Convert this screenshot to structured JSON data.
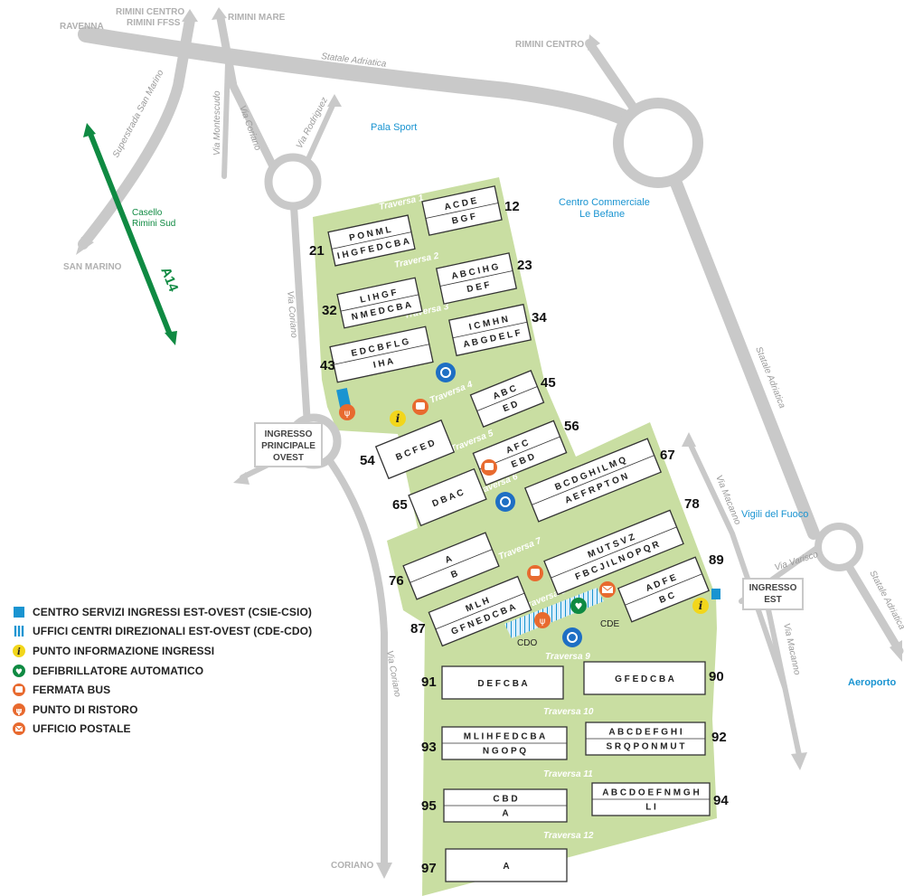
{
  "colors": {
    "ground": "#c9dea2",
    "road": "#c9c9c9",
    "motorway": "#0f8a42",
    "info_blue": "#1a94d1",
    "orange": "#e86a2f",
    "yellow": "#f2d61b",
    "blue_node": "#1e6fc4"
  },
  "roads": {
    "ravenna": "RAVENNA",
    "rimini_fs_1": "RIMINI CENTRO",
    "rimini_fs_2": "RIMINI FFSS",
    "rimini_mare": "RIMINI MARE",
    "rimini_centro": "RIMINI CENTRO",
    "statale_adriatica": "Statale Adriatica",
    "superstrada": "Superstrada San Marino",
    "via_montescudo": "Via Montescudo",
    "via_coriano_1": "Via Coriano",
    "via_rodriguez": "Via Rodriguez",
    "san_marino": "SAN MARINO",
    "via_coriano_2": "Via Coriano",
    "statale_adriatica_2": "Statale Adriatica",
    "via_macanno_1": "Via Macanno",
    "via_varisco": "Via Varisco",
    "statale_adriatica_3": "Statale Adriatica",
    "via_macanno_2": "Via Macanno",
    "via_coriano_3": "Via Coriano",
    "coriano": "CORIANO",
    "a14": "A14"
  },
  "places": {
    "pala_sport": "Pala Sport",
    "centro_commerciale_1": "Centro Commerciale",
    "centro_commerciale_2": "Le Befane",
    "casello_1": "Casello",
    "casello_2": "Rimini Sud",
    "vigili": "Vigili del Fuoco",
    "aeroporto": "Aeroporto",
    "cdo": "CDO",
    "cde": "CDE"
  },
  "entrances": {
    "ovest_1": "INGRESSO",
    "ovest_2": "PRINCIPALE",
    "ovest_3": "OVEST",
    "est_1": "INGRESSO",
    "est_2": "EST"
  },
  "traverse": [
    "Traversa 1",
    "Traversa 2",
    "Traversa 3",
    "Traversa 4",
    "Traversa 5",
    "Traversa 6",
    "Traversa 7",
    "Traversa 8",
    "Traversa 9",
    "Traversa 10",
    "Traversa 11",
    "Traversa 12"
  ],
  "pavilions": [
    {
      "num": "21",
      "top": "P O N M L",
      "bottom": "I H G F E D C B A"
    },
    {
      "num": "12",
      "top": "A  C D E",
      "bottom": "B  G  F"
    },
    {
      "num": "32",
      "top": "L I H G F",
      "bottom": "N M E D C B A"
    },
    {
      "num": "23",
      "top": "A B C  I H G",
      "bottom": "D E F"
    },
    {
      "num": "43",
      "top": "E D C B F L G",
      "bottom": "I H A"
    },
    {
      "num": "34",
      "top": "I C M H N",
      "bottom": "A B G D E L F"
    },
    {
      "num": "45",
      "top": "A B C",
      "bottom": "E D"
    },
    {
      "num": "54",
      "top": "B C F E D",
      "bottom": ""
    },
    {
      "num": "56",
      "top": "A F C",
      "bottom": "E B D"
    },
    {
      "num": "65",
      "top": "D B A  C",
      "bottom": ""
    },
    {
      "num": "67",
      "top": "B C D G H I L M Q",
      "bottom": "A E F R P T O N"
    },
    {
      "num": "76",
      "top": "A",
      "bottom": "B"
    },
    {
      "num": "78",
      "top": "M U T S V Z",
      "bottom": "F B C J I  L  N O P Q R"
    },
    {
      "num": "87",
      "top": "M L H",
      "bottom": "G F N E D C B A"
    },
    {
      "num": "89",
      "top": "A D F E",
      "bottom": "B C"
    },
    {
      "num": "91",
      "top": "D E F C B A",
      "bottom": ""
    },
    {
      "num": "90",
      "top": "G F E  D C B A",
      "bottom": ""
    },
    {
      "num": "93",
      "top": "M L I H F E D C B A",
      "bottom": "N G O  P Q"
    },
    {
      "num": "92",
      "top": "A B C D E F G H  I",
      "bottom": "S R Q P O N M U T"
    },
    {
      "num": "95",
      "top": "C B D",
      "bottom": "A"
    },
    {
      "num": "94",
      "top": "A B C D O E F N M G H",
      "bottom": "L  I"
    },
    {
      "num": "97",
      "top": "A",
      "bottom": ""
    }
  ],
  "legend": [
    {
      "icon": "csie-csio-square-icon",
      "label": "CENTRO SERVIZI INGRESSI EST-OVEST (CSIE-CSIO)"
    },
    {
      "icon": "uffici-hatched-icon",
      "label": "UFFICI CENTRI DIREZIONALI EST-OVEST (CDE-CDO)"
    },
    {
      "icon": "info-point-icon",
      "label": "PUNTO INFORMAZIONE INGRESSI"
    },
    {
      "icon": "defibrillator-icon",
      "label": "DEFIBRILLATORE AUTOMATICO"
    },
    {
      "icon": "bus-stop-icon",
      "label": "FERMATA BUS"
    },
    {
      "icon": "restaurant-icon",
      "label": "PUNTO DI RISTORO"
    },
    {
      "icon": "post-office-icon",
      "label": "UFFICIO POSTALE"
    }
  ],
  "icon_glyphs": {
    "info": "i"
  }
}
